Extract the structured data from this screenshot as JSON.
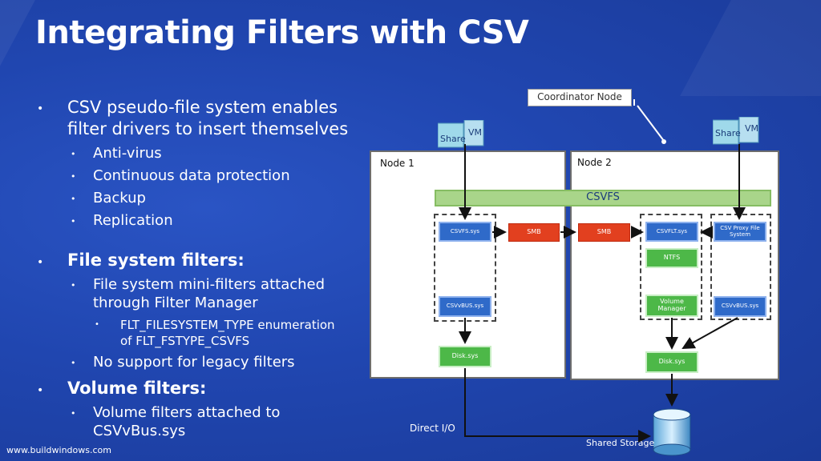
{
  "slide": {
    "title": "Integrating Filters with CSV",
    "footer": "www.buildwindows.com",
    "bullets": [
      {
        "text": "CSV pseudo-file system enables",
        "cont": "filter drivers to insert themselves"
      },
      {
        "text": "Anti-virus"
      },
      {
        "text": "Continuous data protection"
      },
      {
        "text": "Backup"
      },
      {
        "text": "Replication"
      },
      {
        "text": "File system filters:"
      },
      {
        "text": "File system mini-filters attached",
        "cont": "through Filter Manager"
      },
      {
        "text": "FLT_FILESYSTEM_TYPE enumeration",
        "cont": "of FLT_FSTYPE_CSVFS"
      },
      {
        "text": "No support for legacy filters"
      },
      {
        "text": "Volume filters:"
      },
      {
        "text": "Volume filters attached to",
        "cont": "CSVvBus.sys"
      }
    ]
  },
  "diagram": {
    "coordinator_label": "Coordinator Node",
    "node1_label": "Node 1",
    "node2_label": "Node 2",
    "csvfs_label": "CSVFS",
    "share_label": "Share",
    "vm_label": "VM",
    "node1": {
      "csvfs_sys": "CSVFS.sys",
      "smb": "SMB",
      "csvvbus": "CSVvBUS.sys",
      "disk": "Disk.sys"
    },
    "node2": {
      "smb": "SMB",
      "csvflt": "CSVFLT.sys",
      "proxy": "CSV Proxy File System",
      "ntfs": "NTFS",
      "volmgr": "Volume Manager",
      "csvvbus": "CSVvBUS.sys",
      "disk": "Disk.sys"
    },
    "direct_io": "Direct I/O",
    "shared_storage": "Shared Storage"
  }
}
